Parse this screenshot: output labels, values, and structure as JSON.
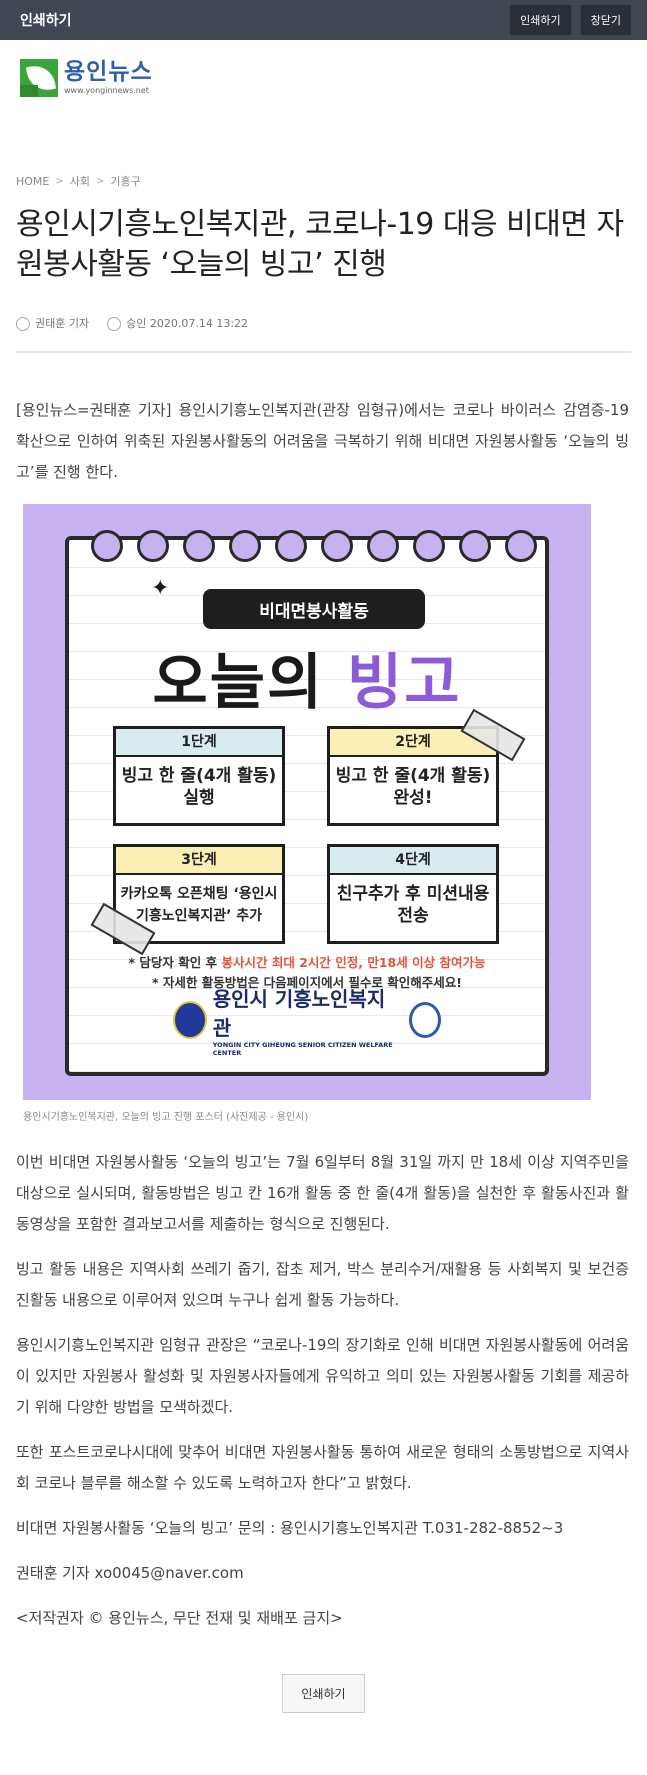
{
  "topbar": {
    "title": "인쇄하기",
    "print_label": "인쇄하기",
    "close_label": "창닫기"
  },
  "logo": {
    "name": "용인뉴스",
    "url": "www.yonginnews.net"
  },
  "breadcrumb": [
    "HOME",
    "사회",
    "기흥구"
  ],
  "article": {
    "headline": "용인시기흥노인복지관, 코로나-19 대응 비대면 자원봉사활동 ‘오늘의 빙고’ 진행",
    "author": "권태훈 기자",
    "approved": "승인 2020.07.14 13:22",
    "paragraphs": [
      "[용인뉴스=권태훈 기자] 용인시기흥노인복지관(관장 임형규)에서는 코로나 바이러스 감염증-19 확산으로 인하여 위축된 자원봉사활동의 어려움을 극복하기 위해 비대면 자원봉사활동 ‘오늘의 빙고’를 진행 한다."
    ],
    "caption": "용인시기흥노인복지관, 오늘의 빙고 진행 포스터 (사진제공 - 용인시)",
    "paragraphs2": [
      "이번 비대면 자원봉사활동 ‘오늘의 빙고’는 7월 6일부터 8월 31일 까지 만 18세 이상 지역주민을 대상으로 실시되며, 활동방법은 빙고 칸 16개 활동 중 한 줄(4개 활동)을 실천한 후 활동사진과 활동영상을 포함한 결과보고서를 제출하는 형식으로 진행된다.",
      "빙고 활동 내용은 지역사회 쓰레기 줍기, 잡초 제거, 박스 분리수거/재활용 등 사회복지 및 보건증진활동 내용으로 이루어져 있으며 누구나 쉽게 활동 가능하다.",
      "용인시기흥노인복지관 임형규 관장은 “코로나-19의 장기화로 인해 비대면 자원봉사활동에 어려움이 있지만 자원봉사 활성화 및 자원봉사자들에게 유익하고 의미 있는 자원봉사활동 기회를 제공하기 위해 다양한 방법을 모색하겠다.",
      "또한 포스트코로나시대에 맞추어 비대면 자원봉사활동 통하여 새로운 형태의 소통방법으로 지역사회 코로나 블루를 해소할 수 있도록 노력하고자 한다”고 밝혔다.",
      "비대면 자원봉사활동 ‘오늘의 빙고’ 문의 : 용인시기흥노인복지관 T.031-282-8852~3",
      "권태훈 기자   xo0045@naver.com",
      "<저작권자 © 용인뉴스, 무단 전재 및 재배포 금지>"
    ]
  },
  "poster": {
    "pill": "비대면봉사활동",
    "title_a": "오늘의 ",
    "title_b": "빙고",
    "steps": [
      {
        "head": "1단계",
        "body": "빙고 한 줄(4개 활동) 실행"
      },
      {
        "head": "2단계",
        "body": "빙고 한 줄(4개 활동) 완성!"
      },
      {
        "head": "3단계",
        "body": "카카오톡 오픈채팅 ‘용인시기흥노인복지관’ 추가"
      },
      {
        "head": "4단계",
        "body": "친구추가 후 미션내용 전송"
      }
    ],
    "note1_a": "* 담당자 확인 후 ",
    "note1_b": "봉사시간 최대 2시간 인정, 만18세 이상 참여가능",
    "note2": "* 자세한 활동방법은 다음페이지에서 필수로 확인해주세요!",
    "org_name": "용인시 기흥노인복지관",
    "org_sub": "YONGIN CITY GIHEUNG SENIOR CITIZEN WELFARE CENTER",
    "colors": {
      "background": "#c6b2ee",
      "accent": "#8c5bd6",
      "note_red": "#e0563d"
    }
  },
  "footer": {
    "print_label": "인쇄하기"
  }
}
